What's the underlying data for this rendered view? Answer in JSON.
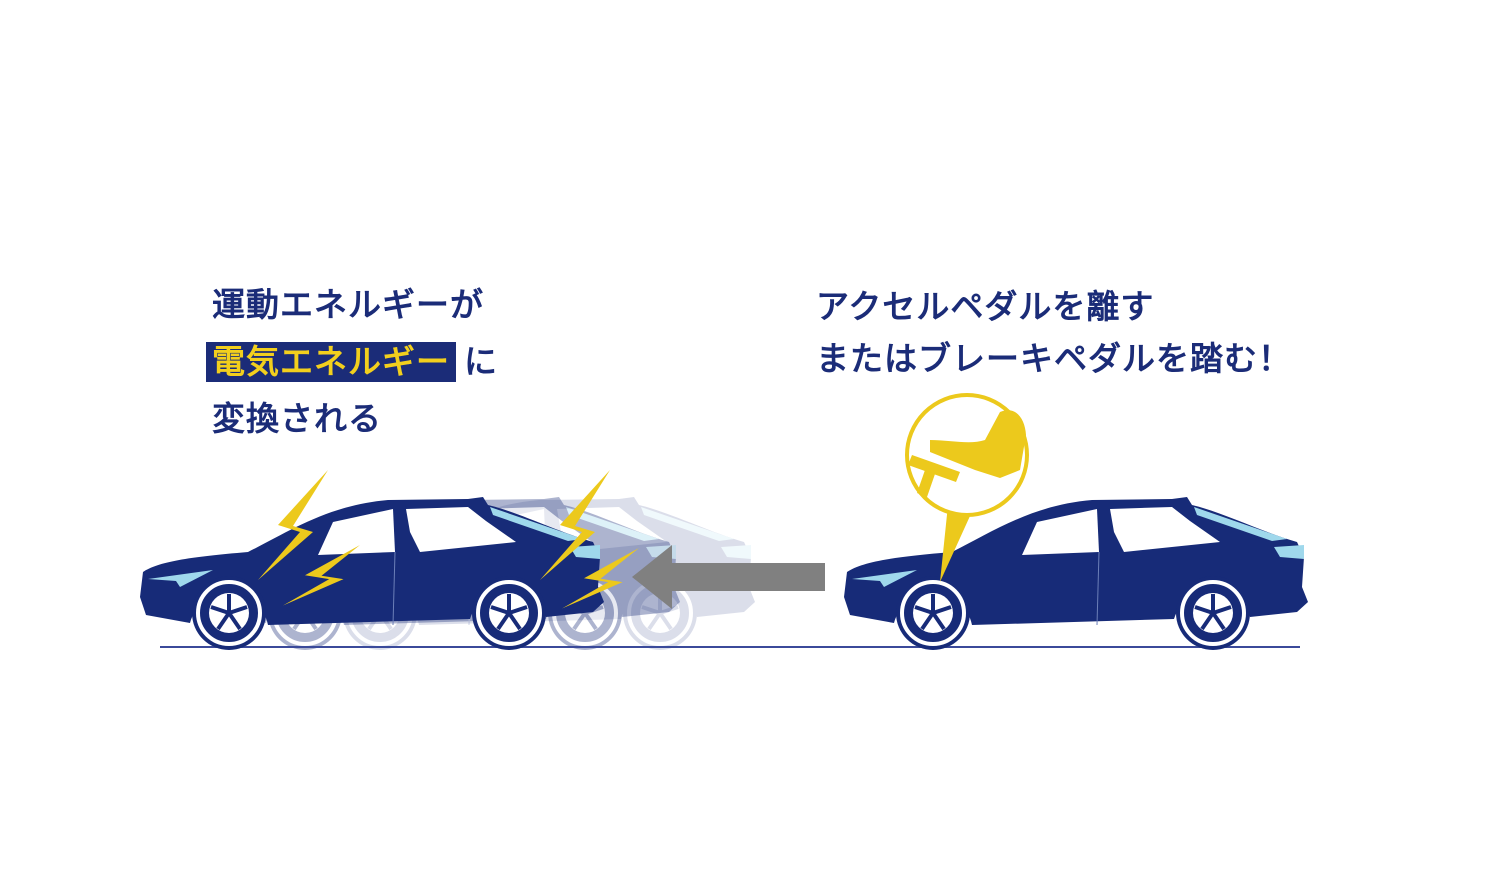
{
  "left_caption": {
    "line1": "運動エネルギーが",
    "line2_highlight": "電気エネルギー",
    "line2_rest": "に",
    "line3": "変換される"
  },
  "right_caption": {
    "line1": "アクセルペダルを離す",
    "line2": "またはブレーキペダルを踏む！"
  },
  "colors": {
    "navy": "#1b2c78",
    "yellow": "#ecc91c",
    "light_blue": "#9fd8ec",
    "arrow_gray": "#808080"
  },
  "icons": [
    "lightning-icon",
    "foot-on-pedal-icon",
    "left-arrow-icon"
  ]
}
